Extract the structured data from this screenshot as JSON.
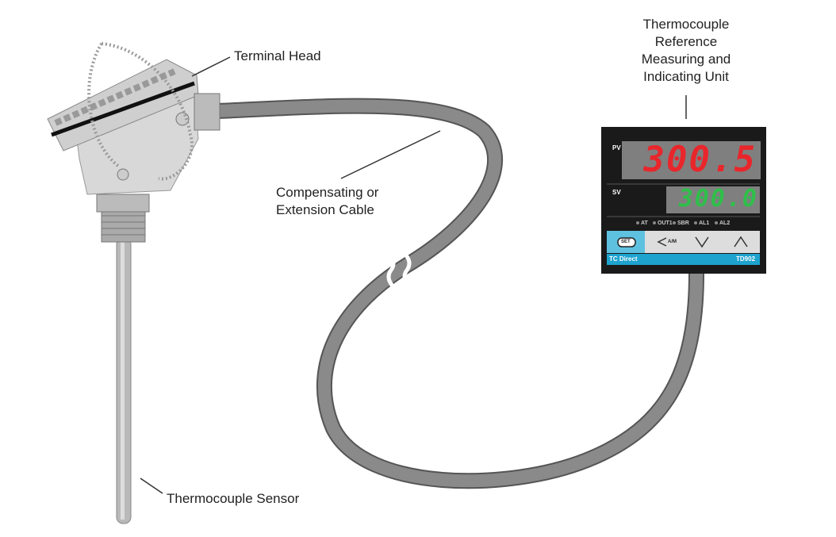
{
  "labels": {
    "terminal_head": "Terminal Head",
    "cable_line1": "Compensating or",
    "cable_line2": "Extension Cable",
    "sensor": "Thermocouple Sensor",
    "unit_line1": "Thermocouple",
    "unit_line2": "Reference",
    "unit_line3": "Measuring and",
    "unit_line4": "Indicating Unit"
  },
  "controller": {
    "pv_label": "PV",
    "pv_value": "300.5",
    "sv_label": "SV",
    "sv_value": "300.0",
    "indicators": [
      "AT",
      "OUT1",
      "SBR",
      "AL1",
      "AL2"
    ],
    "buttons": [
      "SET",
      "A/M",
      "down",
      "up"
    ],
    "brand": "TC Direct",
    "model": "TD902",
    "colors": {
      "pv": "#e8262b",
      "sv": "#2fbf4a",
      "bar": "#1ea3cf"
    }
  }
}
